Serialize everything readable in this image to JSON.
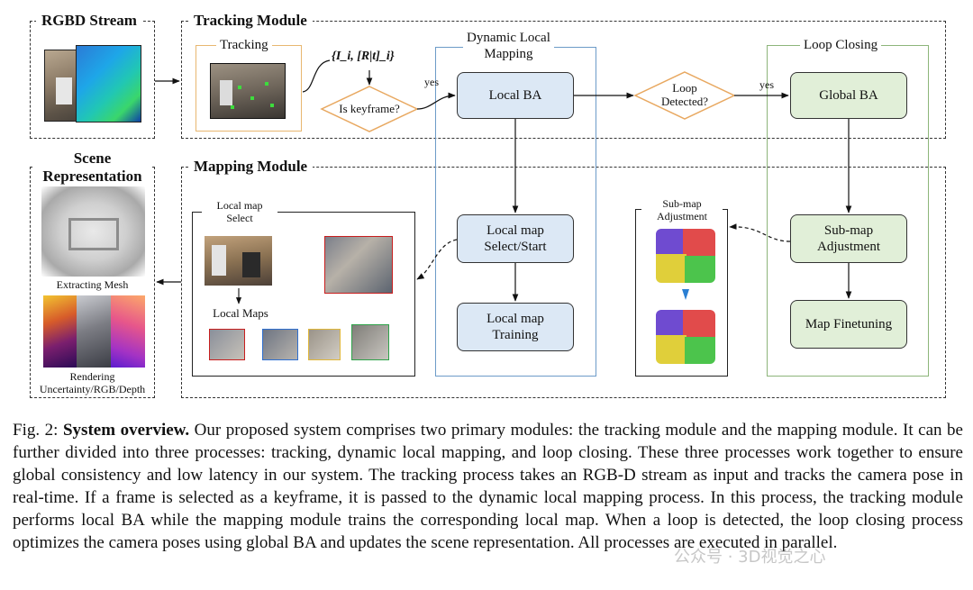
{
  "sections": {
    "rgbd_stream": "RGBD Stream",
    "tracking_module": "Tracking Module",
    "mapping_module": "Mapping Module",
    "scene_representation_line1": "Scene",
    "scene_representation_line2": "Representation"
  },
  "panels": {
    "tracking": "Tracking",
    "dynamic_local_mapping_line1": "Dynamic Local",
    "dynamic_local_mapping_line2": "Mapping",
    "loop_closing": "Loop Closing"
  },
  "nodes": {
    "local_ba": "Local BA",
    "global_ba": "Global BA",
    "local_map_select_start_line1": "Local map",
    "local_map_select_start_line2": "Select/Start",
    "local_map_training_line1": "Local map",
    "local_map_training_line2": "Training",
    "sub_map_adjustment_line1": "Sub-map",
    "sub_map_adjustment_line2": "Adjustment",
    "map_finetuning": "Map Finetuning"
  },
  "decisions": {
    "is_keyframe": "Is keyframe?",
    "loop_detected_line1": "Loop",
    "loop_detected_line2": "Detected?"
  },
  "edge_labels": {
    "yes_keyframe": "yes",
    "yes_loop": "yes"
  },
  "keyframe_formula": "{I_i, [R|t]_i}",
  "mapping_panel": {
    "local_map_select_line1": "Local map",
    "local_map_select_line2": "Select",
    "local_maps": "Local Maps"
  },
  "submap_panel": {
    "title_line1": "Sub-map",
    "title_line2": "Adjustment"
  },
  "scene_panel": {
    "extracting_mesh": "Extracting Mesh",
    "rendering_line1": "Rendering",
    "rendering_line2": "Uncertainty/RGB/Depth"
  },
  "caption": {
    "prefix": "Fig. 2: ",
    "bold": "System overview.",
    "text": " Our proposed system comprises two primary modules: the tracking module and the mapping module. It can be further divided into three processes: tracking, dynamic local mapping, and loop closing. These three processes work together to ensure global consistency and low latency in our system. The tracking process takes an RGB-D stream as input and tracks the camera pose in real-time. If a frame is selected as a keyframe, it is passed to the dynamic local mapping process. In this process, the tracking module performs local BA while the mapping module trains the corresponding local map. When a loop is detected, the loop closing process optimizes the camera poses using global BA and updates the scene representation. All processes are executed in parallel."
  },
  "watermark": "公众号 · 3D视觉之心",
  "colors": {
    "blue_node": "#dce8f5",
    "green_node": "#e1efd8",
    "blue_panel": "#6d9bc8",
    "green_panel": "#8db57a",
    "orange": "#e8a860"
  }
}
